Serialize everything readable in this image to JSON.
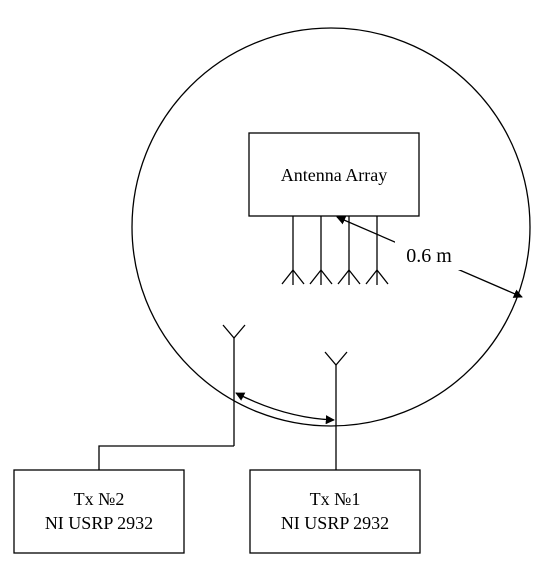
{
  "antenna_array": {
    "label": "Antenna Array"
  },
  "radius_label": "0.6 m",
  "tx2": {
    "line1": "Tx №2",
    "line2": "NI USRP 2932"
  },
  "tx1": {
    "line1": "Tx №1",
    "line2": "NI USRP 2932"
  }
}
